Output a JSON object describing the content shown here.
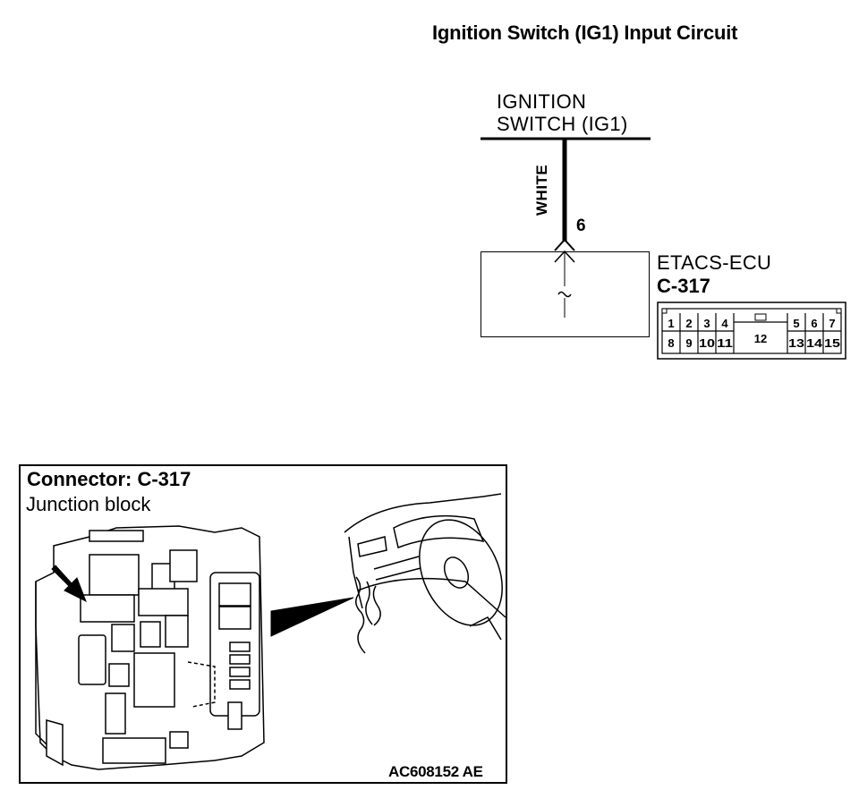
{
  "title": "Ignition Switch (IG1) Input Circuit",
  "ignition_switch": {
    "label_line1": "IGNITION",
    "label_line2": "SWITCH (IG1)",
    "wire_color": "WHITE",
    "pin": "6"
  },
  "ecu": {
    "name": "ETACS-ECU",
    "connector": "C-317"
  },
  "connector_face": {
    "top_row": [
      "1",
      "2",
      "3",
      "4",
      "5",
      "6",
      "7"
    ],
    "bottom_row": [
      "8",
      "9",
      "10",
      "11",
      "13",
      "14",
      "15"
    ],
    "center_pin": "12"
  },
  "inset": {
    "title": "Connector: C-317",
    "subtitle": "Junction block"
  },
  "reference_code": "AC608152 AE"
}
